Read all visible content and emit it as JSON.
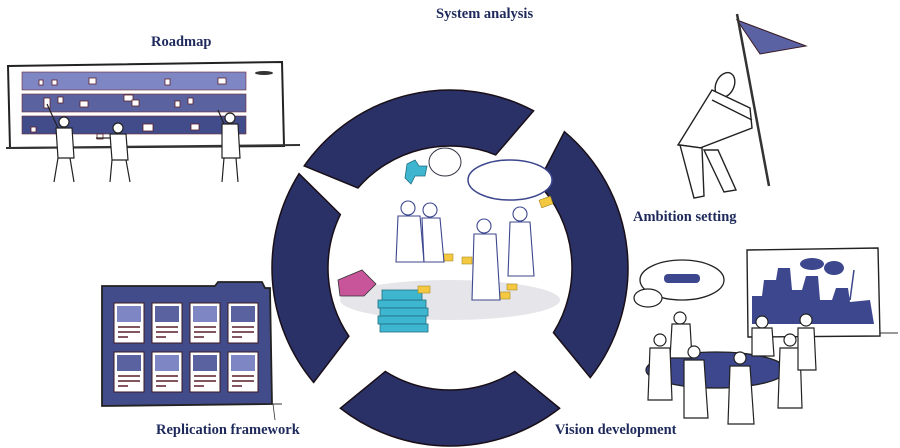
{
  "diagram": {
    "type": "cycle",
    "center_illustration": "team collaborating with puzzle pieces, speech bubbles and sticky notes",
    "ring_color": "#2a3166",
    "accent_light": "#7e86c4",
    "accent_mid": "#4a548f",
    "puzzle_color": "#3fb6cf",
    "sticky_color": "#f5c842",
    "stages": [
      {
        "id": "system-analysis",
        "label": "System analysis",
        "illustration": "collaboration scene in ring center"
      },
      {
        "id": "ambition-setting",
        "label": "Ambition setting",
        "illustration": "person planting a flag"
      },
      {
        "id": "vision-development",
        "label": "Vision development",
        "illustration": "group around table with city skyline poster"
      },
      {
        "id": "replication-framework",
        "label": "Replication framework",
        "illustration": "folder with document cards"
      },
      {
        "id": "roadmap",
        "label": "Roadmap",
        "illustration": "people placing notes on a board"
      }
    ]
  }
}
